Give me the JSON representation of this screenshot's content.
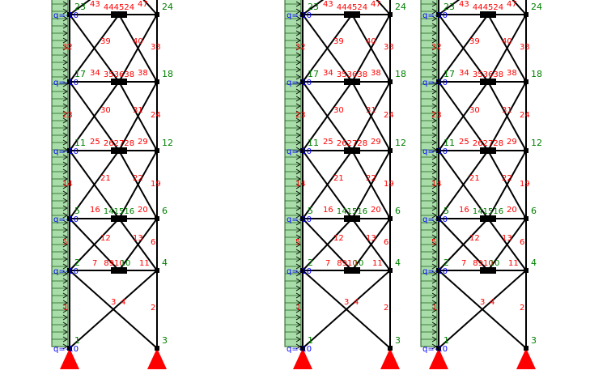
{
  "colors": {
    "member": "#000000",
    "node": "#000000",
    "node_label": "#008000",
    "member_label": "#ff0000",
    "load_text": "#0000ff",
    "load_fill": "#a8dca8",
    "load_stroke": "#206020",
    "support": "#ff0000",
    "background": "#ffffff"
  },
  "load_text": "q=-10",
  "node_labels": [
    {
      "id": "n1",
      "text": "1"
    },
    {
      "id": "n3",
      "text": "3"
    },
    {
      "id": "n2",
      "text": "2"
    },
    {
      "id": "n4",
      "text": "4"
    },
    {
      "id": "n5",
      "text": "5"
    },
    {
      "id": "n6",
      "text": "6"
    },
    {
      "id": "n11",
      "text": "11"
    },
    {
      "id": "n12",
      "text": "12"
    },
    {
      "id": "n17",
      "text": "17"
    },
    {
      "id": "n18",
      "text": "18"
    },
    {
      "id": "n23",
      "text": "23"
    },
    {
      "id": "n24",
      "text": "24"
    }
  ],
  "hub_labels": [
    {
      "level": "L2",
      "text": "8910"
    },
    {
      "level": "L2b",
      "text": "10"
    },
    {
      "level": "L3",
      "text": "141516"
    },
    {
      "level": "L4",
      "text": "262728"
    },
    {
      "level": "L5",
      "text": "353638"
    },
    {
      "level": "L6",
      "text": "444524"
    }
  ],
  "member_labels": [
    {
      "id": "m3",
      "text": "3"
    },
    {
      "id": "m4",
      "text": "4"
    },
    {
      "id": "m2",
      "text": "2"
    },
    {
      "id": "m1",
      "text": "1"
    },
    {
      "id": "m7",
      "text": "7"
    },
    {
      "id": "m11",
      "text": "11"
    },
    {
      "id": "m12",
      "text": "12"
    },
    {
      "id": "m13",
      "text": "13"
    },
    {
      "id": "m6",
      "text": "6"
    },
    {
      "id": "m5",
      "text": "5"
    },
    {
      "id": "m16",
      "text": "16"
    },
    {
      "id": "m20",
      "text": "20"
    },
    {
      "id": "m21",
      "text": "21"
    },
    {
      "id": "m22",
      "text": "22"
    },
    {
      "id": "m19",
      "text": "19"
    },
    {
      "id": "m14",
      "text": "14"
    },
    {
      "id": "m25",
      "text": "25"
    },
    {
      "id": "m29",
      "text": "29"
    },
    {
      "id": "m30",
      "text": "30"
    },
    {
      "id": "m31",
      "text": "31"
    },
    {
      "id": "m24",
      "text": "24"
    },
    {
      "id": "m23",
      "text": "23"
    },
    {
      "id": "m34",
      "text": "34"
    },
    {
      "id": "m38",
      "text": "38"
    },
    {
      "id": "m39",
      "text": "39"
    },
    {
      "id": "m40",
      "text": "40"
    },
    {
      "id": "m33",
      "text": "33"
    },
    {
      "id": "m32",
      "text": "32"
    },
    {
      "id": "m43",
      "text": "43"
    },
    {
      "id": "m47",
      "text": "47"
    }
  ]
}
